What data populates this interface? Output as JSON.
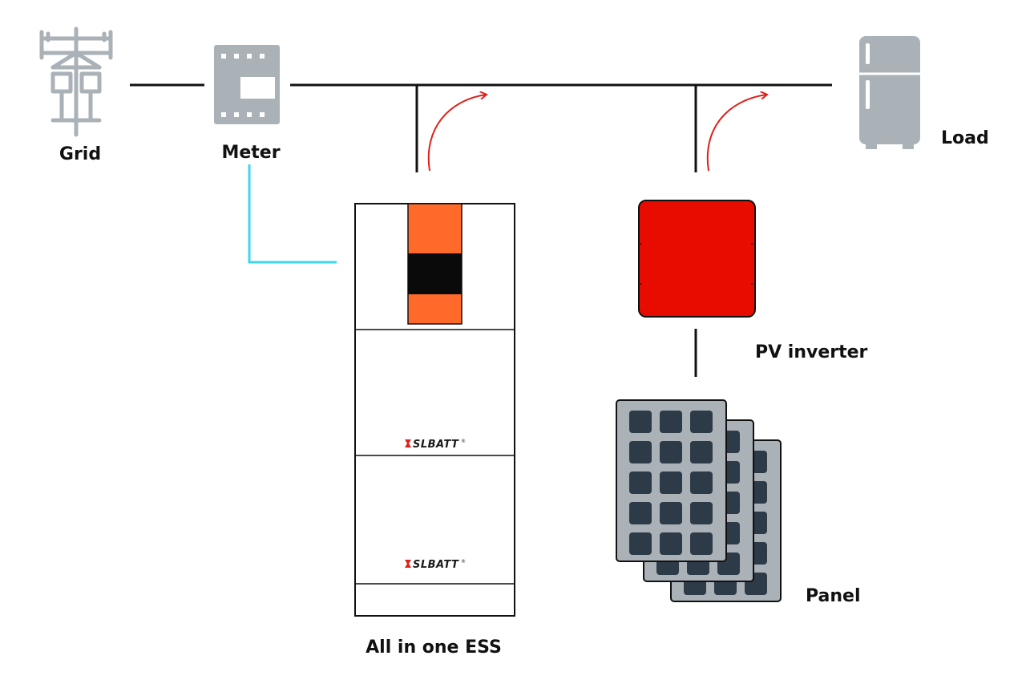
{
  "colors": {
    "icon_gray": "#aab2b8",
    "line": "#111111",
    "comm_line": "#3fd6f0",
    "flow_arrow": "#e0201a",
    "ess_orange": "#ff6a2b",
    "ess_black": "#0a0a0a",
    "inverter_red": "#e80b00",
    "panel_frame": "#aab2b8",
    "panel_cell": "#2d3a48"
  },
  "labels": {
    "grid": "Grid",
    "meter": "Meter",
    "load": "Load",
    "ess": "All in one ESS",
    "pv_inverter": "PV inverter",
    "panel": "Panel"
  },
  "brand": {
    "name": "SLBATT",
    "registered": "®"
  },
  "icons": {
    "grid": "utility-pole-icon",
    "meter": "electric-meter-icon",
    "load": "refrigerator-icon"
  }
}
